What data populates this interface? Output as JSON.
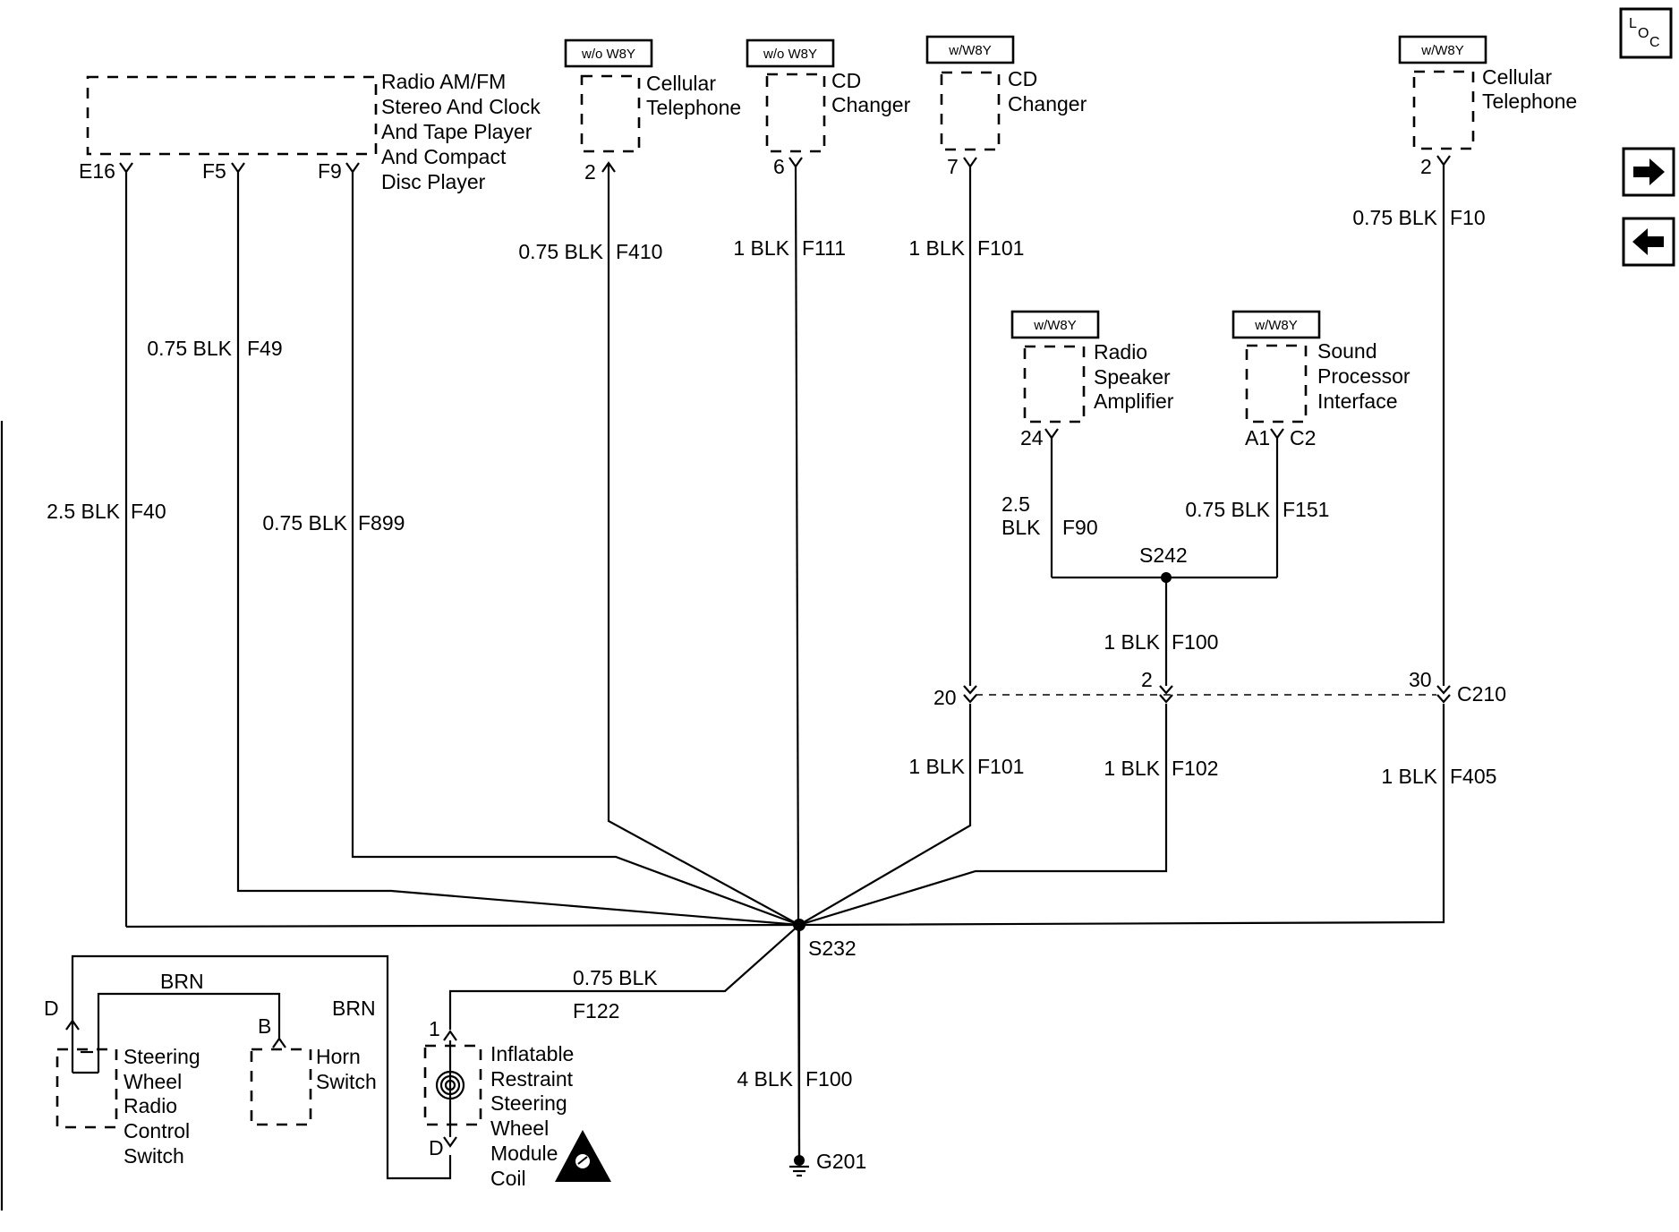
{
  "components": {
    "radio": {
      "lines": [
        "Radio AM/FM",
        "Stereo And Clock",
        "And Tape Player",
        "And Compact",
        "Disc Player"
      ]
    },
    "cell_left": {
      "tag": "w/o W8Y",
      "lines": [
        "Cellular",
        "Telephone"
      ],
      "pin": "2"
    },
    "cd_left": {
      "tag": "w/o W8Y",
      "lines": [
        "CD",
        "Changer"
      ],
      "pin": "6"
    },
    "cd_right": {
      "tag": "w/W8Y",
      "lines": [
        "CD",
        "Changer"
      ],
      "pin": "7"
    },
    "cell_right": {
      "tag": "w/W8Y",
      "lines": [
        "Cellular",
        "Telephone"
      ],
      "pin": "2"
    },
    "amp": {
      "tag": "w/W8Y",
      "lines": [
        "Radio",
        "Speaker",
        "Amplifier"
      ],
      "pin": "24"
    },
    "spi": {
      "tag": "w/W8Y",
      "lines": [
        "Sound",
        "Processor",
        "Interface"
      ],
      "pin_a": "A1",
      "pin_c": "C2"
    },
    "swrc": {
      "lines": [
        "Steering",
        "Wheel",
        "Radio",
        "Control",
        "Switch"
      ],
      "pin": "D"
    },
    "horn": {
      "lines": [
        "Horn",
        "Switch"
      ],
      "pin": "B"
    },
    "airbag": {
      "lines": [
        "Inflatable",
        "Restraint",
        "Steering",
        "Wheel",
        "Module",
        "Coil"
      ],
      "pin_top": "1",
      "pin_bottom": "D"
    }
  },
  "radio_pins": {
    "e16": "E16",
    "f5": "F5",
    "f9": "F9"
  },
  "wires": {
    "f40": {
      "gauge": "2.5 BLK",
      "circuit": "F40"
    },
    "f49": {
      "gauge": "0.75 BLK",
      "circuit": "F49"
    },
    "f899": {
      "gauge": "0.75 BLK",
      "circuit": "F899"
    },
    "f410": {
      "gauge": "0.75 BLK",
      "circuit": "F410"
    },
    "f111": {
      "gauge": "1 BLK",
      "circuit": "F111"
    },
    "f101_top": {
      "gauge": "1 BLK",
      "circuit": "F101"
    },
    "f10": {
      "gauge": "0.75 BLK",
      "circuit": "F10"
    },
    "f90": {
      "gauge_1": "2.5",
      "gauge_2": "BLK",
      "circuit": "F90"
    },
    "f151": {
      "gauge": "0.75 BLK",
      "circuit": "F151"
    },
    "f100_mid": {
      "gauge": "1 BLK",
      "circuit": "F100"
    },
    "f101_bot": {
      "gauge": "1 BLK",
      "circuit": "F101"
    },
    "f102": {
      "gauge": "1 BLK",
      "circuit": "F102"
    },
    "f405": {
      "gauge": "1 BLK",
      "circuit": "F405"
    },
    "f122": {
      "gauge": "0.75 BLK",
      "circuit": "F122"
    },
    "f100_bot": {
      "gauge": "4 BLK",
      "circuit": "F100"
    },
    "brn_1": {
      "color": "BRN"
    },
    "brn_2": {
      "color": "BRN"
    }
  },
  "connector_c210": {
    "name": "C210",
    "pin_20": "20",
    "pin_2": "2",
    "pin_30": "30"
  },
  "splices": {
    "s242": "S242",
    "s232": "S232"
  },
  "ground": {
    "name": "G201"
  },
  "nav": {
    "loc_icon": "loc-icon",
    "next_icon": "arrow-right-icon",
    "prev_icon": "arrow-left-icon"
  }
}
